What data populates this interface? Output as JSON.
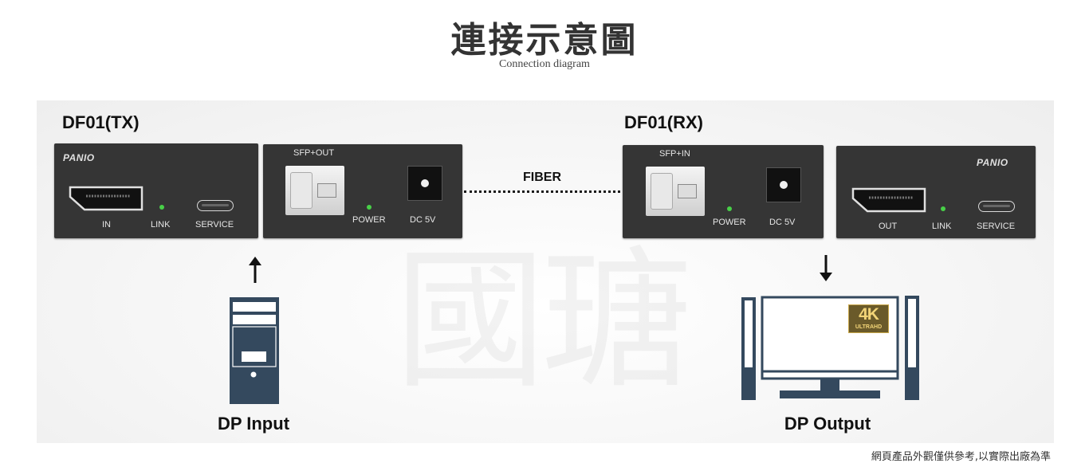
{
  "header": {
    "title": "連接示意圖",
    "subtitle": "Connection diagram"
  },
  "watermark": "國瑭",
  "tx": {
    "label": "DF01(TX)",
    "front": {
      "logo": "PANIO",
      "port_in": "IN",
      "link": "LINK",
      "service": "SERVICE"
    },
    "back": {
      "sfp": "SFP+OUT",
      "power": "POWER",
      "dc": "DC 5V"
    }
  },
  "rx": {
    "label": "DF01(RX)",
    "back": {
      "sfp": "SFP+IN",
      "power": "POWER",
      "dc": "DC 5V"
    },
    "front": {
      "logo": "PANIO",
      "port_out": "OUT",
      "link": "LINK",
      "service": "SERVICE"
    }
  },
  "fiber": "FIBER",
  "input_caption": "DP Input",
  "output_caption": "DP Output",
  "badge": {
    "big": "4K",
    "small": "ULTRAHD"
  },
  "footnote": "網頁產品外觀僅供參考,以實際出廠為準",
  "colors": {
    "device": "#353535",
    "led": "#48d048",
    "pc": "#34495e",
    "text": "#111111"
  },
  "icons": [
    "arrow-up-icon",
    "arrow-down-icon",
    "pc-tower-icon",
    "monitor-speakers-icon",
    "displayport-icon",
    "usb-c-icon"
  ]
}
